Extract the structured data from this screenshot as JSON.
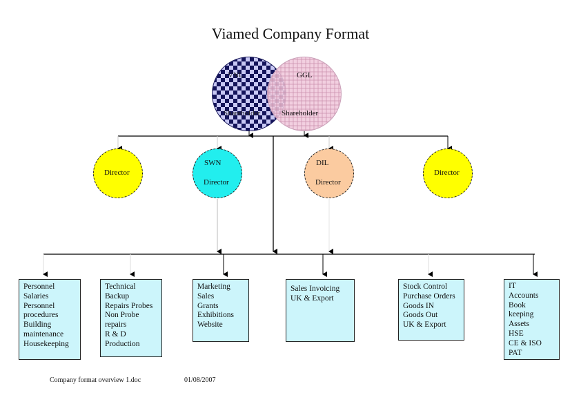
{
  "title": "Viamed Company Format",
  "shareholders": [
    {
      "name": "VNL",
      "role": "Shareholder",
      "pattern": "checkered",
      "color": "#14145a"
    },
    {
      "name": "GGL",
      "role": "Shareholder",
      "pattern": "plaid",
      "color": "#f0c8dc"
    }
  ],
  "directors": [
    {
      "company": "",
      "role": "Director",
      "color": "#ffff00"
    },
    {
      "company": "SWN",
      "role": "Director",
      "color": "#22eeee"
    },
    {
      "company": "DIL",
      "role": "Director",
      "color": "#fbcba0"
    },
    {
      "company": "",
      "role": "Director",
      "color": "#ffff00"
    }
  ],
  "departments": [
    {
      "lines": [
        "Personnel",
        "Salaries",
        "Personnel",
        "procedures",
        "Building",
        "maintenance",
        "Housekeeping"
      ]
    },
    {
      "lines": [
        "Technical",
        "Backup",
        "Repairs Probes",
        "Non Probe",
        "repairs",
        "R & D",
        "Production"
      ]
    },
    {
      "lines": [
        "Marketing",
        "Sales",
        "Grants",
        "Exhibitions",
        "Website"
      ]
    },
    {
      "lines": [
        "",
        "Sales Invoicing",
        "UK & Export"
      ]
    },
    {
      "lines": [
        "Stock Control",
        "Purchase Orders",
        "Goods IN",
        "Goods Out",
        "UK & Export"
      ]
    },
    {
      "lines": [
        "IT",
        "Accounts",
        "Book",
        "keeping",
        "Assets",
        "HSE",
        "CE & ISO",
        "PAT"
      ]
    }
  ],
  "footer": {
    "document": "Company format overview 1.doc",
    "date": "01/08/2007"
  },
  "colors": {
    "department_fill": "#ccf5fb",
    "line": "#000000",
    "faint_line": "#dddddd"
  }
}
